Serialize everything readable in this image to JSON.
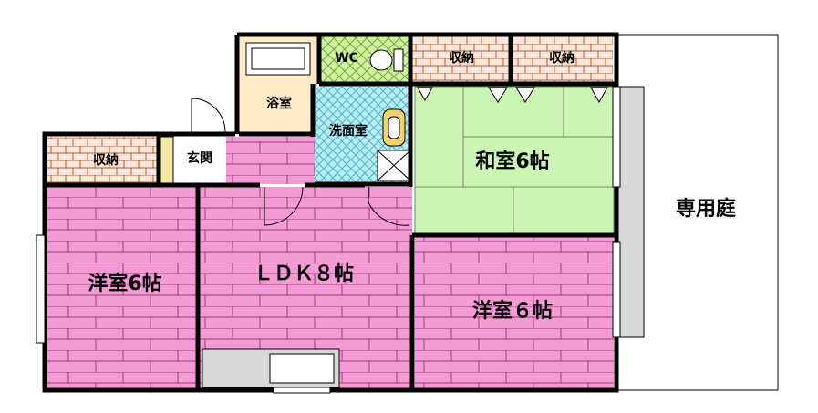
{
  "rooms": {
    "bath": "浴室",
    "wc": "WC",
    "storage_top_left": "収納",
    "storage_top_right": "収納",
    "storage_west": "収納",
    "washroom": "洗面室",
    "entrance": "玄関",
    "washitsu": "和室6帖",
    "yoshitsu_west": "洋室6帖",
    "ldk": "ＬＤＫ８帖",
    "yoshitsu_south": "洋室６帖",
    "garden": "専用庭"
  },
  "colors": {
    "western_floor": "#f49ad4",
    "floor_lines": "#a03a80",
    "tatami": "#ccf5b5",
    "tatami_lines": "#6a8a5a",
    "wc_floor": "#d3f0a0",
    "wash_tile": "#b9ecf3",
    "bath_floor": "#fdebc6",
    "storage_floor": "#fbe6de",
    "wall": "#000000",
    "balcony_gray": "#d8d8d8"
  }
}
